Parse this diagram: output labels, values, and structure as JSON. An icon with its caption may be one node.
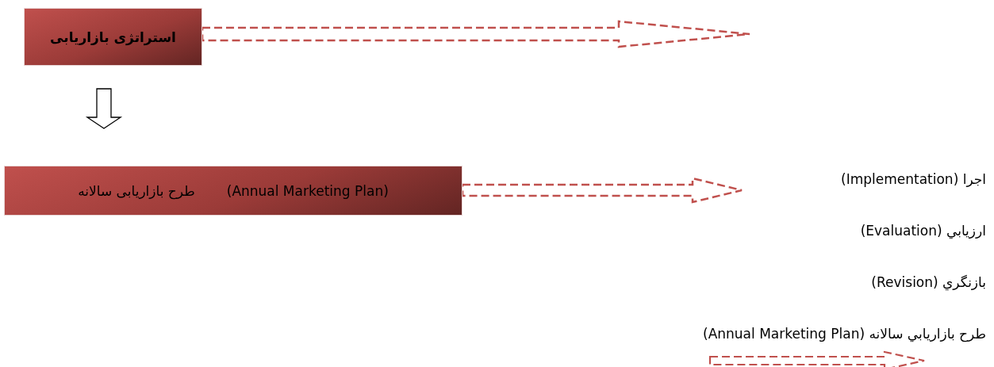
{
  "diagram": {
    "nodes": [
      {
        "text": [
          "استراتژی بازاریابی"
        ]
      },
      {
        "text": [
          "(Annual Marketing Plan)",
          "طرح بازاریابی سالانه"
        ]
      }
    ],
    "edges": [
      {
        "from": 0,
        "to": 1,
        "arrow": "to"
      },
      {
        "from": 0,
        "to": null,
        "arrow": "to",
        "style": "dashed",
        "color": "#c0504d"
      },
      {
        "from": 1,
        "to": null,
        "arrow": "to",
        "style": "dashed",
        "color": "#c0504d"
      }
    ],
    "labels": [
      "اجرا (Implementation)",
      "ارزيابي (Evaluation)",
      "بازنگري (Revision)",
      "طرح بازاريابي سالانه (Annual Marketing Plan)"
    ]
  }
}
